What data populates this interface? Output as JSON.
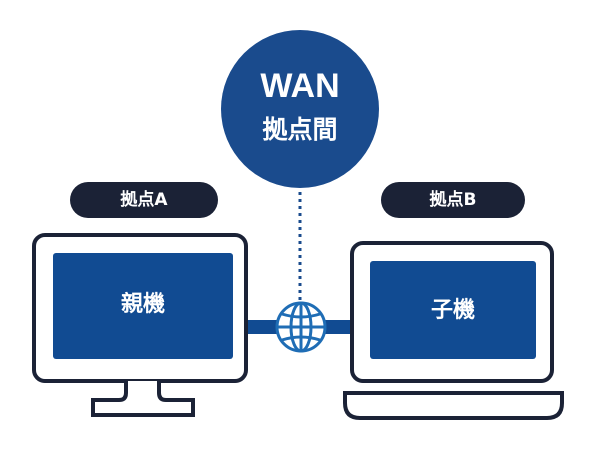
{
  "wan_node": {
    "title": "WAN",
    "subtitle": "拠点間"
  },
  "site_a": {
    "label": "拠点A",
    "device_label": "親機",
    "device_type": "desktop-monitor"
  },
  "site_b": {
    "label": "拠点B",
    "device_label": "子機",
    "device_type": "laptop"
  },
  "connector_icon": "globe-icon",
  "colors": {
    "navy": "#1b2236",
    "blue": "#114b92",
    "globe": "#1f6db5",
    "circle": "#1a4b8d"
  }
}
